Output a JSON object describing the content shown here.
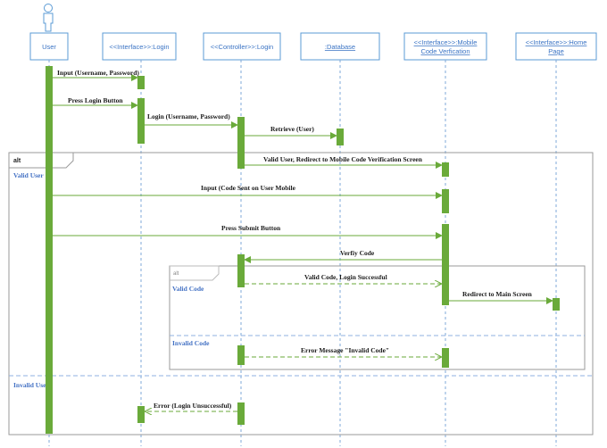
{
  "colors": {
    "lifeline_box_border": "#5b9bd5",
    "lifeline_text": "#3a73c4",
    "lifeline_dash": "#7fa8d8",
    "activation": "#6aaa3a",
    "message": "#6aaa3a",
    "frame_border": "#9a9a9a",
    "separator": "#8fb0e0",
    "guard_text": "#4472c4"
  },
  "actor": {
    "icon": "person-icon"
  },
  "lifelines": [
    {
      "id": "user",
      "lines": [
        "User"
      ],
      "underline": false
    },
    {
      "id": "login_ui",
      "lines": [
        "<<Interface>>:Login"
      ],
      "underline": false
    },
    {
      "id": "login_ctrl",
      "lines": [
        "<<Controller>>:Login"
      ],
      "underline": false
    },
    {
      "id": "database",
      "lines": [
        ":Database"
      ],
      "underline": true
    },
    {
      "id": "mobile_ui",
      "lines": [
        "<<Interface>>:Mobile",
        "Code Verfication"
      ],
      "underline": true
    },
    {
      "id": "home_ui",
      "lines": [
        "<<Interface>>:Home",
        "Page"
      ],
      "underline": true
    }
  ],
  "messages": [
    {
      "label": "Input (Username, Password)"
    },
    {
      "label": "Press Login Button"
    },
    {
      "label": "Login (Username, Password)"
    },
    {
      "label": "Retrieve (User)"
    },
    {
      "label": "Valid User, Redirect to Mobile Code Verification Screen"
    },
    {
      "label": "Input (Code Sent on User Mobile"
    },
    {
      "label": "Press Submit Button"
    },
    {
      "label": "Verfiy Code"
    },
    {
      "label": "Valid Code, Login Successful"
    },
    {
      "label": "Redirect to Main Screen"
    },
    {
      "label": "Error Message \"Invalid Code\""
    },
    {
      "label": "Error (Login Unsuccessful)"
    }
  ],
  "frames": {
    "outer": {
      "tag": "alt",
      "guard_top": "Valid User",
      "guard_bottom": "Invalid User"
    },
    "inner": {
      "tag": "alt",
      "guard_top": "Valid Code",
      "guard_bottom": "Invalid Code"
    }
  }
}
